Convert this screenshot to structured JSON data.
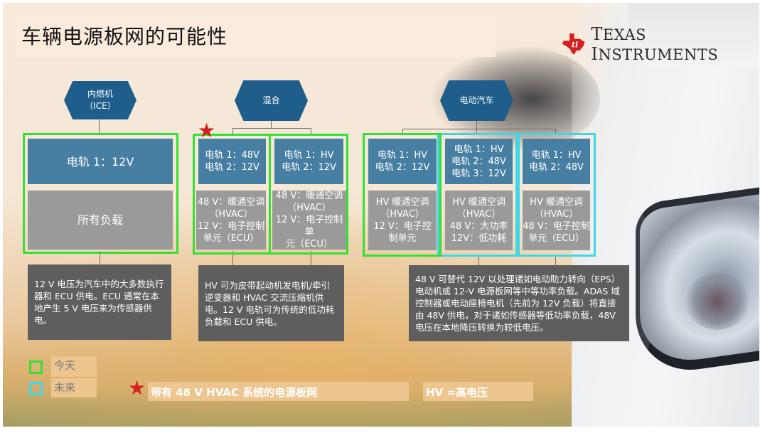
{
  "title": "车辆电源板网的可能性",
  "logo": {
    "brand": "Texas Instruments",
    "text_part1": "T",
    "text_part2": "EXAS ",
    "text_part3": "I",
    "text_part4": "NSTRUMENTS",
    "color": "#d42020"
  },
  "categories": [
    {
      "id": "ice",
      "label": "内燃机\n（ICE）",
      "line1": "内燃机",
      "line2": "（ICE）"
    },
    {
      "id": "hybrid",
      "label": "混合"
    },
    {
      "id": "ev",
      "label": "电动汽车"
    }
  ],
  "columns": [
    {
      "category": "ice",
      "rails": "电轨 1：12V",
      "loads": "所有负载",
      "status": "today"
    },
    {
      "category": "hybrid",
      "rails": "电轨 1：48V\n电轨 2：12V",
      "loads": "48 V：暖通空调\n（HVAC）\n12 V：电子控制\n单元（ECU）",
      "status": "today",
      "starred": true
    },
    {
      "category": "hybrid",
      "rails": "电轨 1：HV\n电轨 2：12V",
      "loads": "48 V：暖通空调\n（HVAC）\n12 V：电子控制单\n元（ECU）",
      "status": "today"
    },
    {
      "category": "ev",
      "rails": "电轨 1：HV\n电轨 2：12V",
      "loads": "HV 暖通空调\n（HVAC）\n12 V：电子控\n制单元",
      "status": "today"
    },
    {
      "category": "ev",
      "rails": "电轨 1：HV\n电轨 2：48V\n电轨 3：12V",
      "loads": "HV 暖通空调\n（HVAC）\n48 V：大功率\n12V：低功耗",
      "status": "future"
    },
    {
      "category": "ev",
      "rails": "电轨 1：HV\n电轨 2：48V",
      "loads": "HV 暖通空调\n（HVAC）\n48 V：电子控制\n单元（ECU）",
      "status": "future"
    }
  ],
  "descriptions": {
    "ice": "12 V 电压为汽车中的大多数执行器和 ECU 供电。ECU 通常在本地产生 5 V 电压来为传感器供电。",
    "hybrid": "HV 可为皮带起动机发电机/牵引逆变器和 HVAC 交流压缩机供电。12 V 电轨可为传统的低功耗负载和 ECU 供电。",
    "ev": "48 V 可替代 12V 以处理诸如电动助力转向（EPS）电动机或 12-V 电源板网等中等功率负载。ADAS 域控制器或电动座椅电机（先前为 12V 负载）将直接由 48V 供电，对于诸如传感器等低功率负载，48V 电压在本地降压转换为较低电压。"
  },
  "legend": {
    "today": {
      "label": "今天",
      "color": "#33e033"
    },
    "future": {
      "label": "未来",
      "color": "#3fd7e8"
    }
  },
  "notes": {
    "star_note": "带有 48 V HVAC 系统的电源板网",
    "hv_note": "HV =高电压"
  },
  "colors": {
    "rail_box": "#477fa3",
    "load_box": "#9a9a9a",
    "desc_box": "#5e5e5e",
    "hexagon": "#1f5e8a",
    "star": "#d42020"
  }
}
